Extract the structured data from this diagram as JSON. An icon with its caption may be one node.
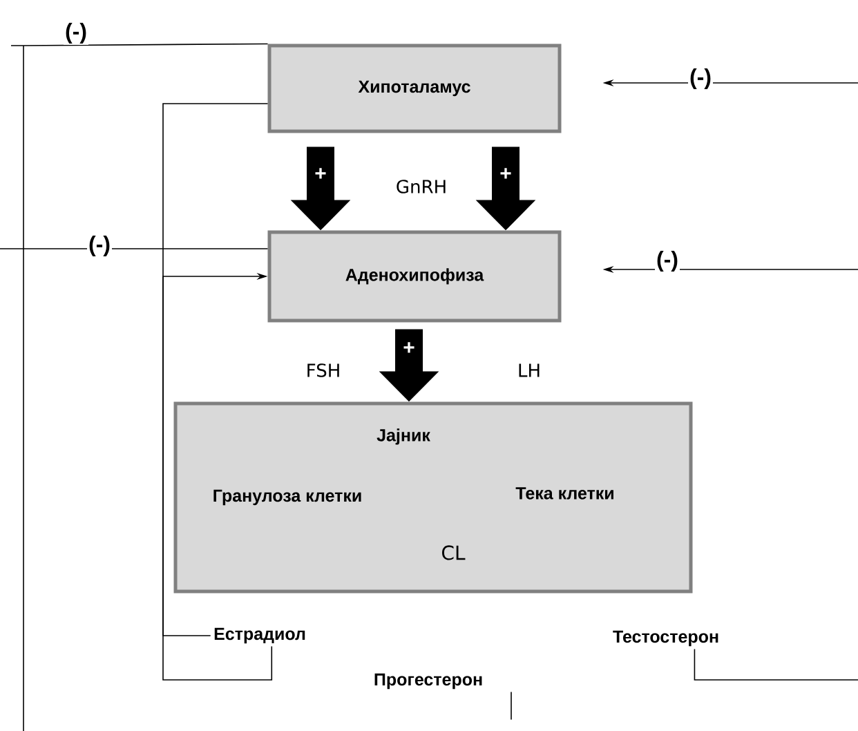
{
  "diagram": {
    "nodes": [
      {
        "text": [
          "Хипоталамус"
        ]
      },
      {
        "text": [
          "Аденохипофиза"
        ]
      },
      {
        "text": [
          "Јајник",
          "Гранулоза клетки",
          "Тека клетки",
          "CL"
        ]
      },
      {
        "text": [
          "Естрадиол"
        ]
      },
      {
        "text": [
          "Прогестерон"
        ]
      },
      {
        "text": [
          "Тестостерон"
        ]
      }
    ],
    "edges": [
      {
        "from": 0,
        "to": 1,
        "arrow": "to",
        "label": "+",
        "style": "thick"
      },
      {
        "from": 0,
        "to": 1,
        "arrow": "to",
        "label": "+",
        "style": "thick"
      },
      {
        "from": 1,
        "to": 2,
        "arrow": "to",
        "label": "+",
        "style": "thick"
      },
      {
        "from": null,
        "to": 0,
        "arrow": "none",
        "label": "(-)"
      },
      {
        "from": null,
        "to": 1,
        "arrow": "none",
        "label": "(-)"
      },
      {
        "from": null,
        "to": 0,
        "arrow": "to",
        "label": "(-)"
      },
      {
        "from": null,
        "to": 1,
        "arrow": "to",
        "label": "(-)"
      },
      {
        "from": 3,
        "to": 0,
        "arrow": "none"
      },
      {
        "from": 3,
        "to": 1,
        "arrow": "to"
      },
      {
        "from": 4,
        "to": null,
        "arrow": "none"
      },
      {
        "from": 5,
        "to": null,
        "arrow": "none"
      }
    ],
    "labels": [
      "GnRH",
      "FSH",
      "LH"
    ]
  }
}
